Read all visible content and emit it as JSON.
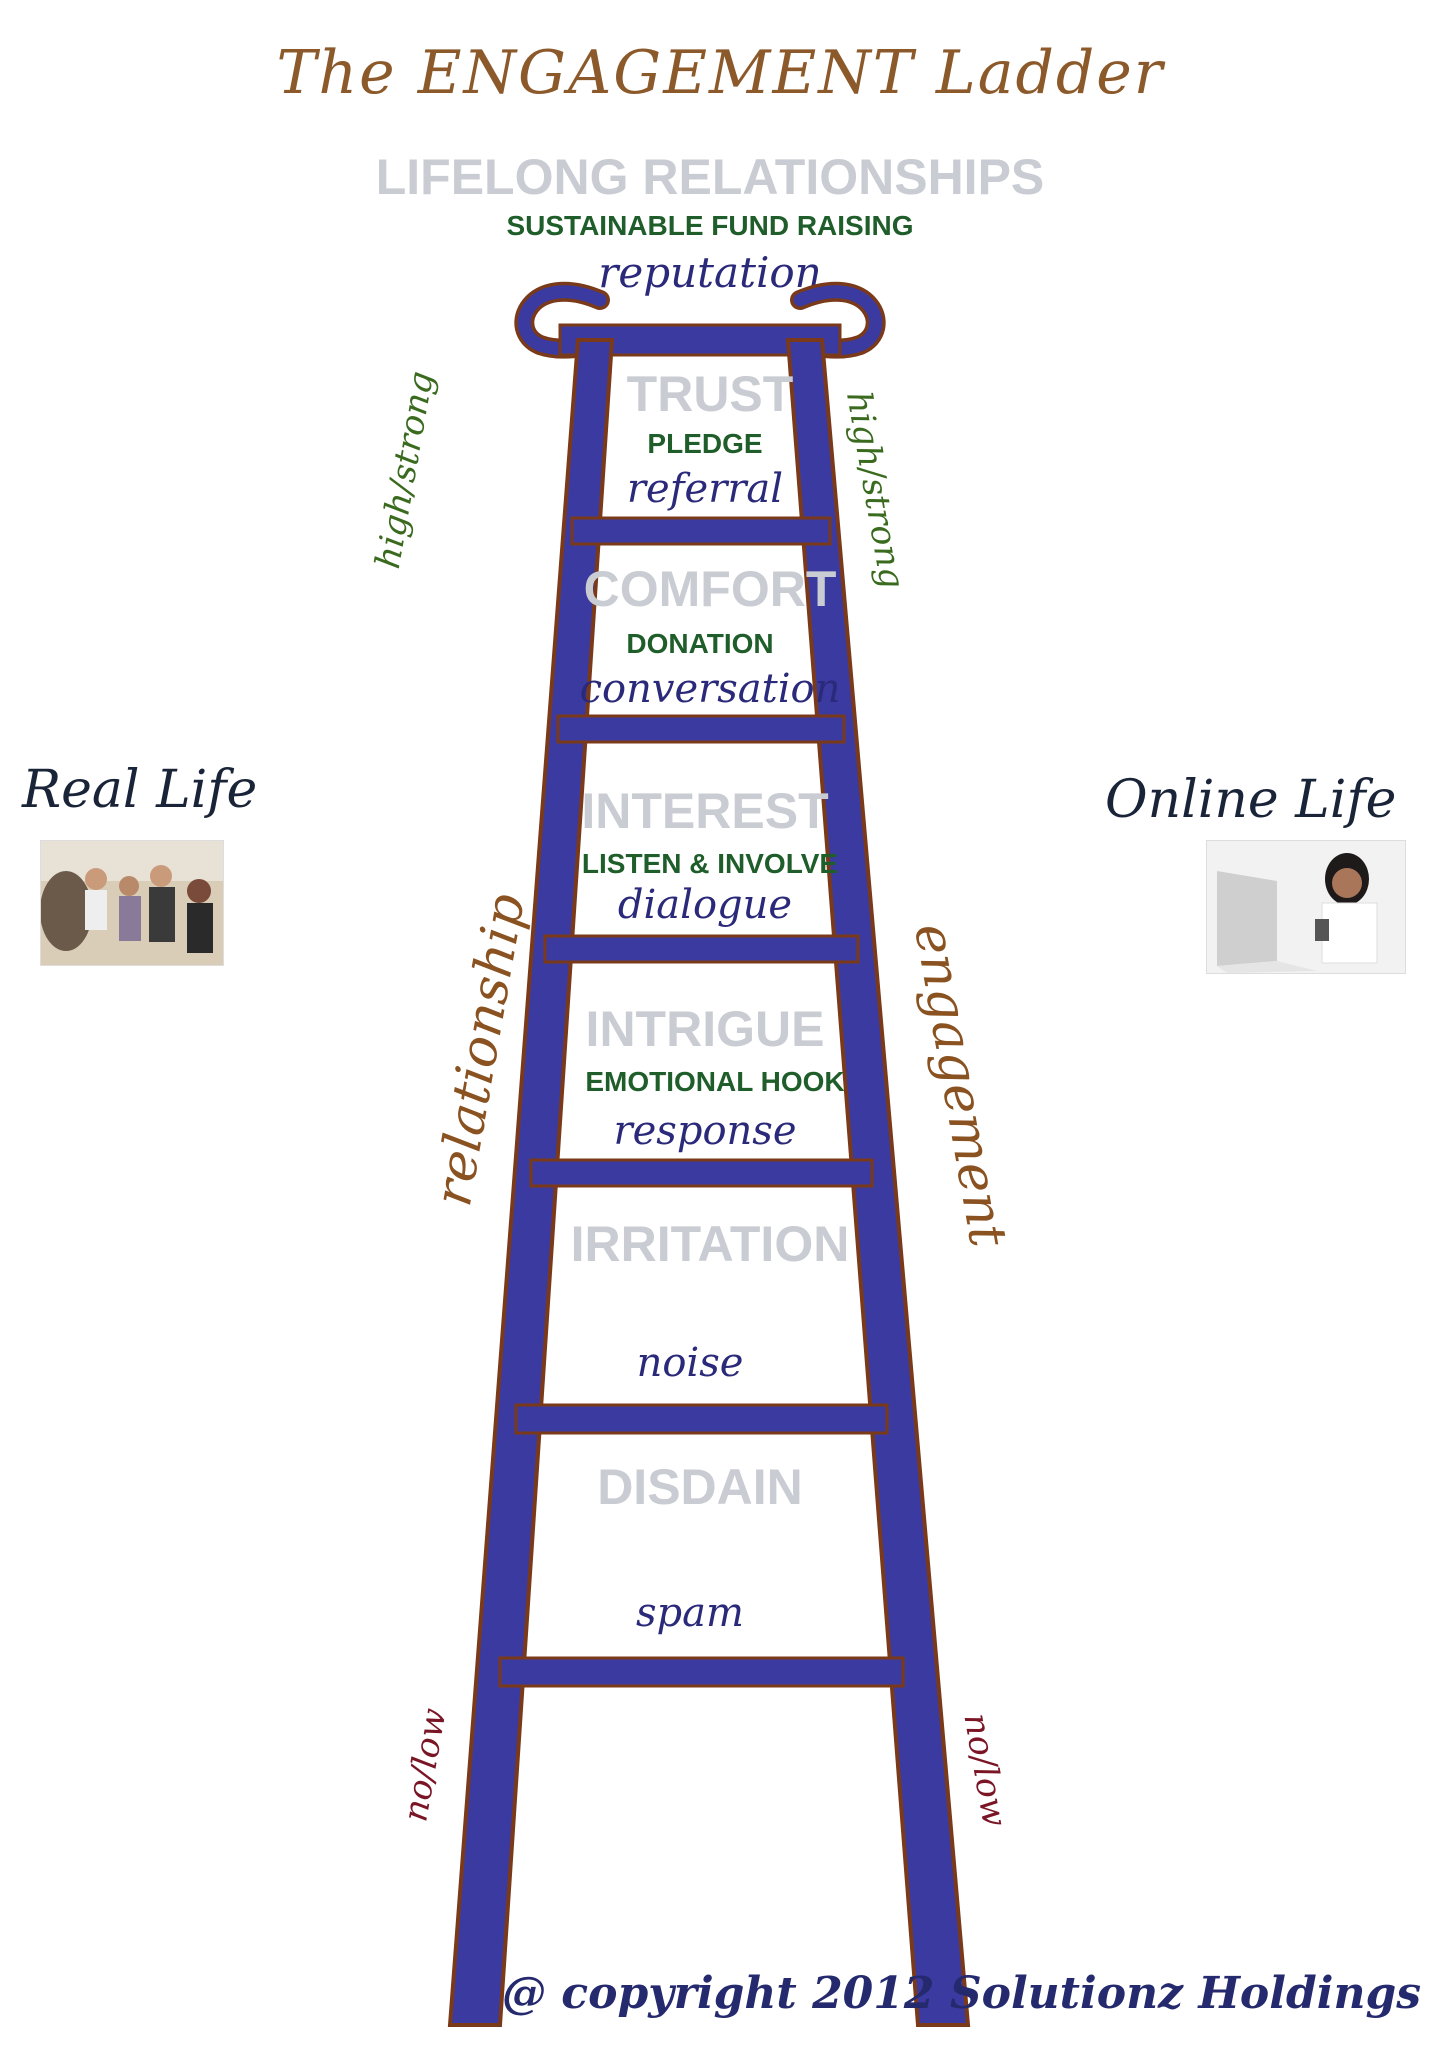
{
  "title": "The ENGAGEMENT Ladder",
  "top": {
    "stage": "LIFELONG RELATIONSHIPS",
    "action": "SUSTAINABLE FUND RAISING",
    "outcome": "reputation"
  },
  "rungs": [
    {
      "stage": "TRUST",
      "action": "PLEDGE",
      "outcome": "referral"
    },
    {
      "stage": "COMFORT",
      "action": "DONATION",
      "outcome": "conversation"
    },
    {
      "stage": "INTEREST",
      "action": "LISTEN & INVOLVE",
      "outcome": "dialogue"
    },
    {
      "stage": "INTRIGUE",
      "action": "EMOTIONAL HOOK",
      "outcome": "response"
    },
    {
      "stage": "IRRITATION",
      "action": "",
      "outcome": "noise"
    },
    {
      "stage": "DISDAIN",
      "action": "",
      "outcome": "spam"
    }
  ],
  "sides": {
    "high_left": "high/strong",
    "high_right": "high/strong",
    "relationship": "relationship",
    "engagement": "engagement",
    "low_left": "no/low",
    "low_right": "no/low"
  },
  "real_life": "Real Life",
  "online_life": "Online Life",
  "copyright": "@ copyright 2012 Solutionz Holdings",
  "colors": {
    "ladder": "#3b3aa0",
    "ladder_edge": "#7a3a1a",
    "title": "#8c5a2a",
    "stage": "#c9ccd2",
    "action": "#1f5e2a",
    "outcome": "#2b2a7a"
  }
}
